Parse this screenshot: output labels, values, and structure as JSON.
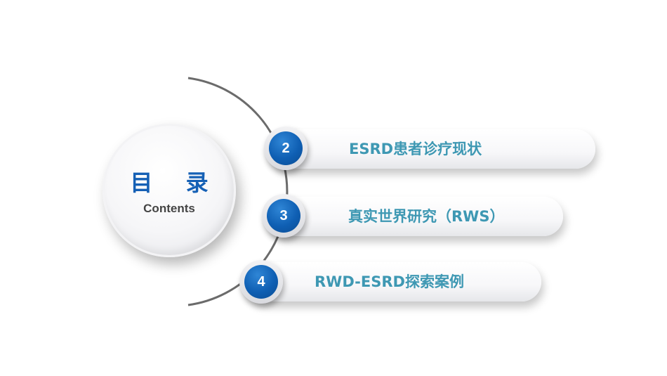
{
  "toc": {
    "title": "目 录",
    "subtitle": "Contents"
  },
  "items": [
    {
      "number": "2",
      "label": "ESRD患者诊疗现状"
    },
    {
      "number": "3",
      "label": "真实世界研究（RWS）"
    },
    {
      "number": "4",
      "label": "RWD-ESRD探索案例"
    }
  ],
  "colors": {
    "accent": "#1560b5",
    "label": "#3e98b3",
    "arc": "#6b6b6b"
  }
}
